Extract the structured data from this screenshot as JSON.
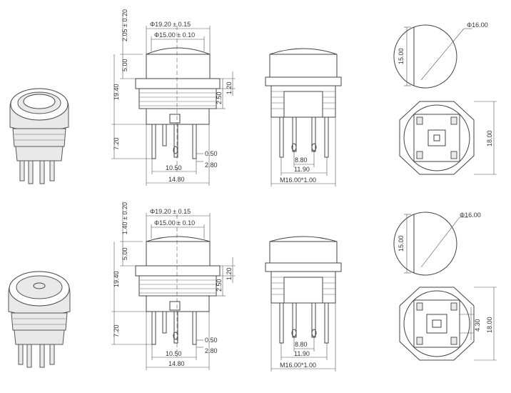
{
  "top": {
    "side": {
      "dia_outer": "Φ19.20 ± 0.15",
      "dia_lens": "Φ15.00 ± 0.10",
      "cap_top": "2.05 ± 0.20",
      "cap_h": "5.00",
      "body_h": "19.40",
      "nut_h": "1.20",
      "thread": "2.50",
      "pin_len": "7.20",
      "pin_w": "0.50",
      "pin_off": "2.80",
      "pitch": "10.50",
      "base_w": "14.80"
    },
    "front": {
      "pitch_inner": "8.80",
      "pitch_outer": "11.90",
      "thread": "M16.00*1.00"
    },
    "cutout": {
      "dia": "Φ16.00",
      "flat": "15.00"
    },
    "bottom": {
      "span": "18.00"
    }
  },
  "bottom": {
    "side": {
      "dia_outer": "Φ19.20 ± 0.15",
      "dia_lens": "Φ15.00 ± 0.10",
      "cap_top": "1.40 ± 0.20",
      "cap_h": "5.00",
      "body_h": "19.40",
      "nut_h": "1.20",
      "thread": "2.50",
      "pin_len": "7.20",
      "pin_w": "0.50",
      "pin_off": "2.80",
      "pitch": "10.50",
      "base_w": "14.80"
    },
    "front": {
      "pitch_inner": "8.80",
      "pitch_outer": "11.90",
      "thread": "M16.00*1.00"
    },
    "cutout": {
      "dia": "Φ16.00",
      "flat": "15.00"
    },
    "bottom": {
      "span": "18.00",
      "pad": "4.30"
    }
  }
}
